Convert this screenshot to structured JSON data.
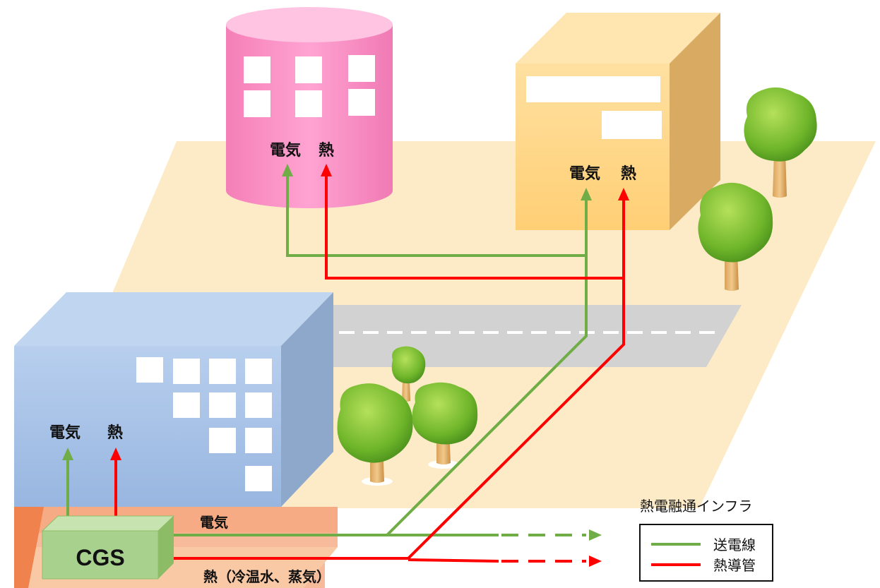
{
  "buildings": {
    "cylinder": {
      "elec_label": "電気",
      "heat_label": "熱"
    },
    "yellow": {
      "elec_label": "電気",
      "heat_label": "熱"
    },
    "blue": {
      "elec_label": "電気",
      "heat_label": "熱"
    }
  },
  "cgs": {
    "label": "CGS"
  },
  "lines": {
    "elec_label": "電気",
    "heat_label": "熱（冷温水、蒸気）"
  },
  "legend": {
    "title": "熱電融通インフラ",
    "items": [
      {
        "label": "送電線",
        "color": "#70ad47"
      },
      {
        "label": "熱導管",
        "color": "#ff0000"
      }
    ]
  },
  "colors": {
    "electric": "#70ad47",
    "heat": "#ff0000",
    "ground": "#fdebc8",
    "road": "#d0d0d0",
    "cylinder": "#ff99cc",
    "yellow_building": "#ffd37f",
    "blue_building": "#a9c4e8",
    "cgs_box": "#a9d18e"
  }
}
